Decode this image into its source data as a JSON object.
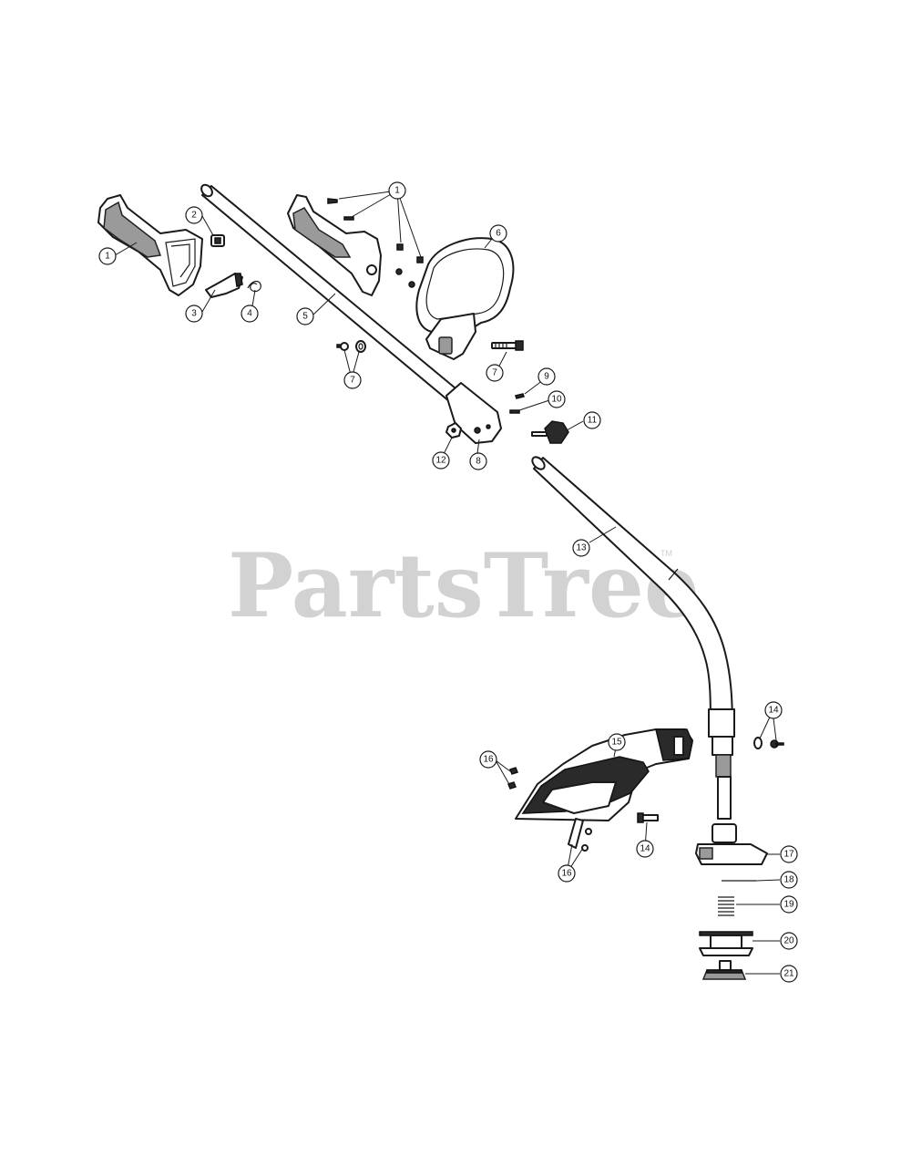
{
  "watermark": {
    "text": "PartsTree",
    "trademark": "TM"
  },
  "callouts": [
    {
      "label": "1"
    },
    {
      "label": "1"
    },
    {
      "label": "2"
    },
    {
      "label": "3"
    },
    {
      "label": "4"
    },
    {
      "label": "5"
    },
    {
      "label": "6"
    },
    {
      "label": "7"
    },
    {
      "label": "7"
    },
    {
      "label": "8"
    },
    {
      "label": "9"
    },
    {
      "label": "10"
    },
    {
      "label": "11"
    },
    {
      "label": "12"
    },
    {
      "label": "13"
    },
    {
      "label": "14"
    },
    {
      "label": "14"
    },
    {
      "label": "15"
    },
    {
      "label": "16"
    },
    {
      "label": "16"
    },
    {
      "label": "17"
    },
    {
      "label": "18"
    },
    {
      "label": "19"
    },
    {
      "label": "20"
    },
    {
      "label": "21"
    }
  ]
}
